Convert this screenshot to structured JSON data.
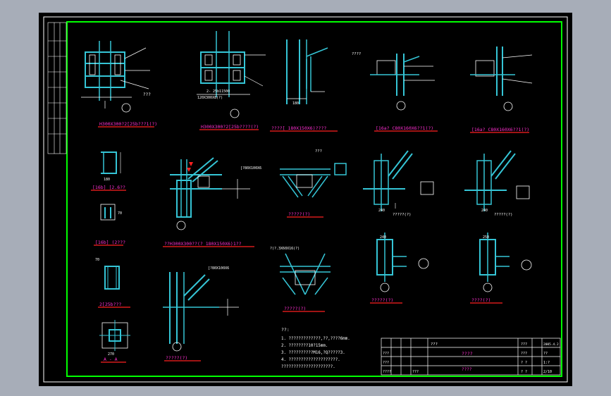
{
  "colors": {
    "background": "#000000",
    "frame": "#ffffff",
    "border": "#00ff00",
    "steel": "#35c5d6",
    "line": "#ffffff",
    "caption": "#ff2fd0",
    "underline": "#ff2020",
    "title_block_text": "#ff2fd0"
  },
  "details": {
    "d1": {
      "caption": "H300X300?2[25b???1(?)",
      "note": "???"
    },
    "d2": {
      "caption": "H300X300?2[25b????(?)",
      "label_a": "2- 25b11500",
      "label_b": "120X300X8(?)"
    },
    "d3": {
      "caption": "????[ 180X150X6)????",
      "label": "180"
    },
    "d4": {
      "caption": "[16a? C80X160X6??1(?)",
      "label": "????"
    },
    "d5": {
      "caption": "[16a? C80X160X6??1(?)"
    },
    "d6": {
      "caption": "[16b] [2.6??",
      "dim": "180"
    },
    "d7": {
      "caption": "??H300X300??(? 180X150X6)1??",
      "label": "[?80X100X6"
    },
    "d8": {
      "caption": "?????(?)",
      "label": "???"
    },
    "d9": {
      "caption": "?????(?)",
      "dim": "240"
    },
    "d10": {
      "caption": "?????(?)",
      "dim": "240"
    },
    "d11": {
      "caption": "[16b] (2???",
      "dim": "70"
    },
    "d12": {
      "caption": "2[25b???",
      "dim": "70"
    },
    "d13": {
      "caption": "?????(?)",
      "label": "[?80X100X6"
    },
    "d14": {
      "caption": "?????(?)",
      "label": "?(?.3X60X16(?)"
    },
    "d15": {
      "caption": "?????(?)",
      "dim": "240"
    },
    "d16": {
      "caption": "????(?)",
      "dim": "250"
    },
    "d17": {
      "caption": "A - A",
      "dim": "270"
    }
  },
  "notes": {
    "heading": "??:",
    "lines": [
      "1. ?????????????,??,????6mm.",
      "2. ????????10?15mm.",
      "3. ??????????M16,?Q?????3.",
      "4. ????????????????????.",
      "   ?????????????????????."
    ]
  },
  "title_block": {
    "project": "???",
    "drawing_name": "????",
    "drawing_title": "????",
    "cells_right": [
      "???",
      "???",
      "? ?",
      "? ?"
    ],
    "cells_far_right": [
      "2005.4.2",
      "??",
      "1:?",
      "2/10"
    ],
    "sign_rows": [
      "???",
      "???",
      "????",
      "???"
    ]
  }
}
